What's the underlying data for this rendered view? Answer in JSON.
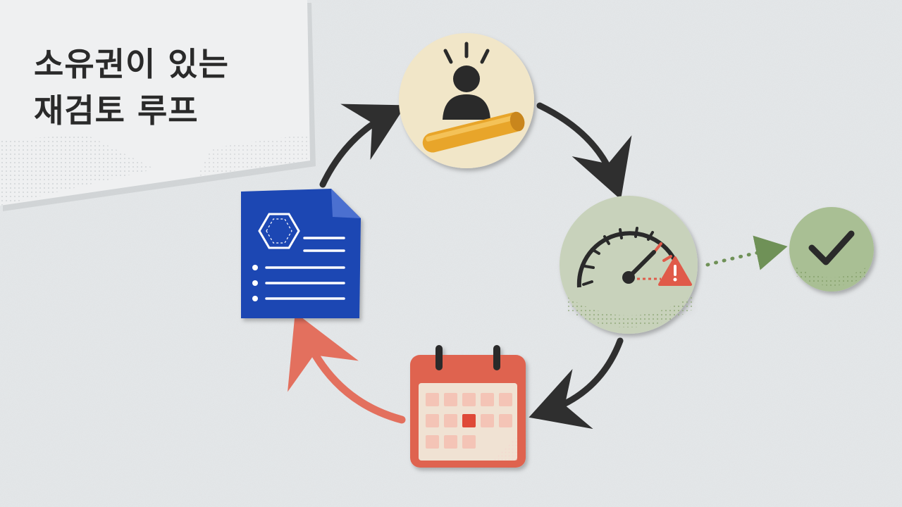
{
  "title": {
    "line1": "소유권이 있는",
    "line2": "재검토 루프"
  },
  "diagram": {
    "nodes": [
      {
        "id": "owner",
        "icon": "person-with-baton-icon"
      },
      {
        "id": "gauge",
        "icon": "gauge-warning-icon"
      },
      {
        "id": "calendar",
        "icon": "calendar-icon"
      },
      {
        "id": "document",
        "icon": "document-icon"
      },
      {
        "id": "done",
        "icon": "checkmark-icon"
      }
    ],
    "edges": [
      {
        "from": "document",
        "to": "owner",
        "style": "solid"
      },
      {
        "from": "owner",
        "to": "gauge",
        "style": "solid"
      },
      {
        "from": "gauge",
        "to": "calendar",
        "style": "solid"
      },
      {
        "from": "calendar",
        "to": "document",
        "style": "solid-red"
      },
      {
        "from": "gauge",
        "to": "done",
        "style": "dotted-green"
      }
    ],
    "colors": {
      "dark_arrow": "#2f2f2f",
      "red_arrow": "#e3705e",
      "green_arrow": "#6f9157",
      "document_blue": "#1f47b3",
      "calendar_red": "#df6450",
      "owner_bg": "#f1e6c8",
      "gauge_bg": "#c8d2bb",
      "check_bg": "#a9bf94",
      "baton": "#e8a52a"
    }
  }
}
